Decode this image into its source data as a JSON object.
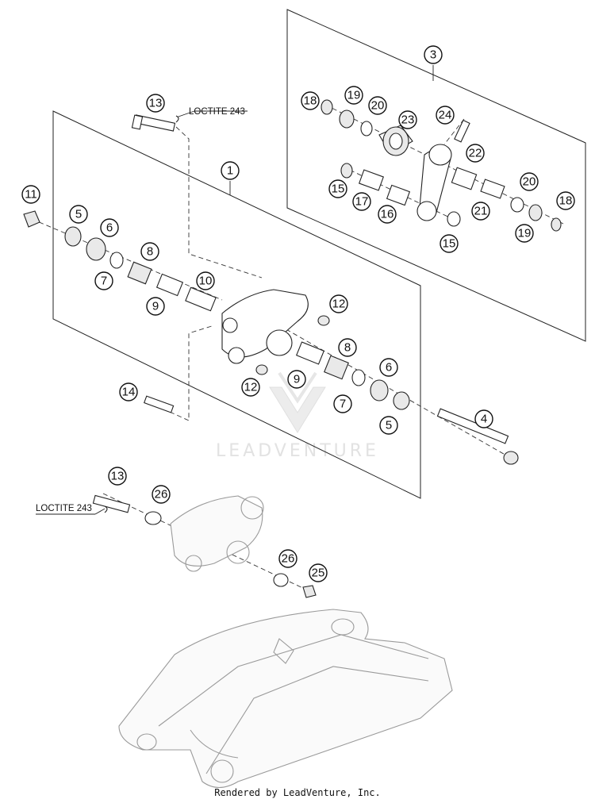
{
  "callouts": {
    "c1": "1",
    "c3": "3",
    "c4": "4",
    "c5a": "5",
    "c5b": "5",
    "c6a": "6",
    "c6b": "6",
    "c7a": "7",
    "c7b": "7",
    "c8a": "8",
    "c8b": "8",
    "c9a": "9",
    "c9b": "9",
    "c10": "10",
    "c11": "11",
    "c12a": "12",
    "c12b": "12",
    "c13a": "13",
    "c13b": "13",
    "c14": "14",
    "c15a": "15",
    "c15b": "15",
    "c16": "16",
    "c17": "17",
    "c18a": "18",
    "c18b": "18",
    "c19a": "19",
    "c19b": "19",
    "c20a": "20",
    "c20b": "20",
    "c21": "21",
    "c22": "22",
    "c23": "23",
    "c24": "24",
    "c25": "25",
    "c26a": "26",
    "c26b": "26"
  },
  "notes": {
    "loctite_top": "LOCTITE 243",
    "loctite_bottom": "LOCTITE 243"
  },
  "watermark": "LEADVENTURE",
  "footer": "Rendered by LeadVenture, Inc."
}
